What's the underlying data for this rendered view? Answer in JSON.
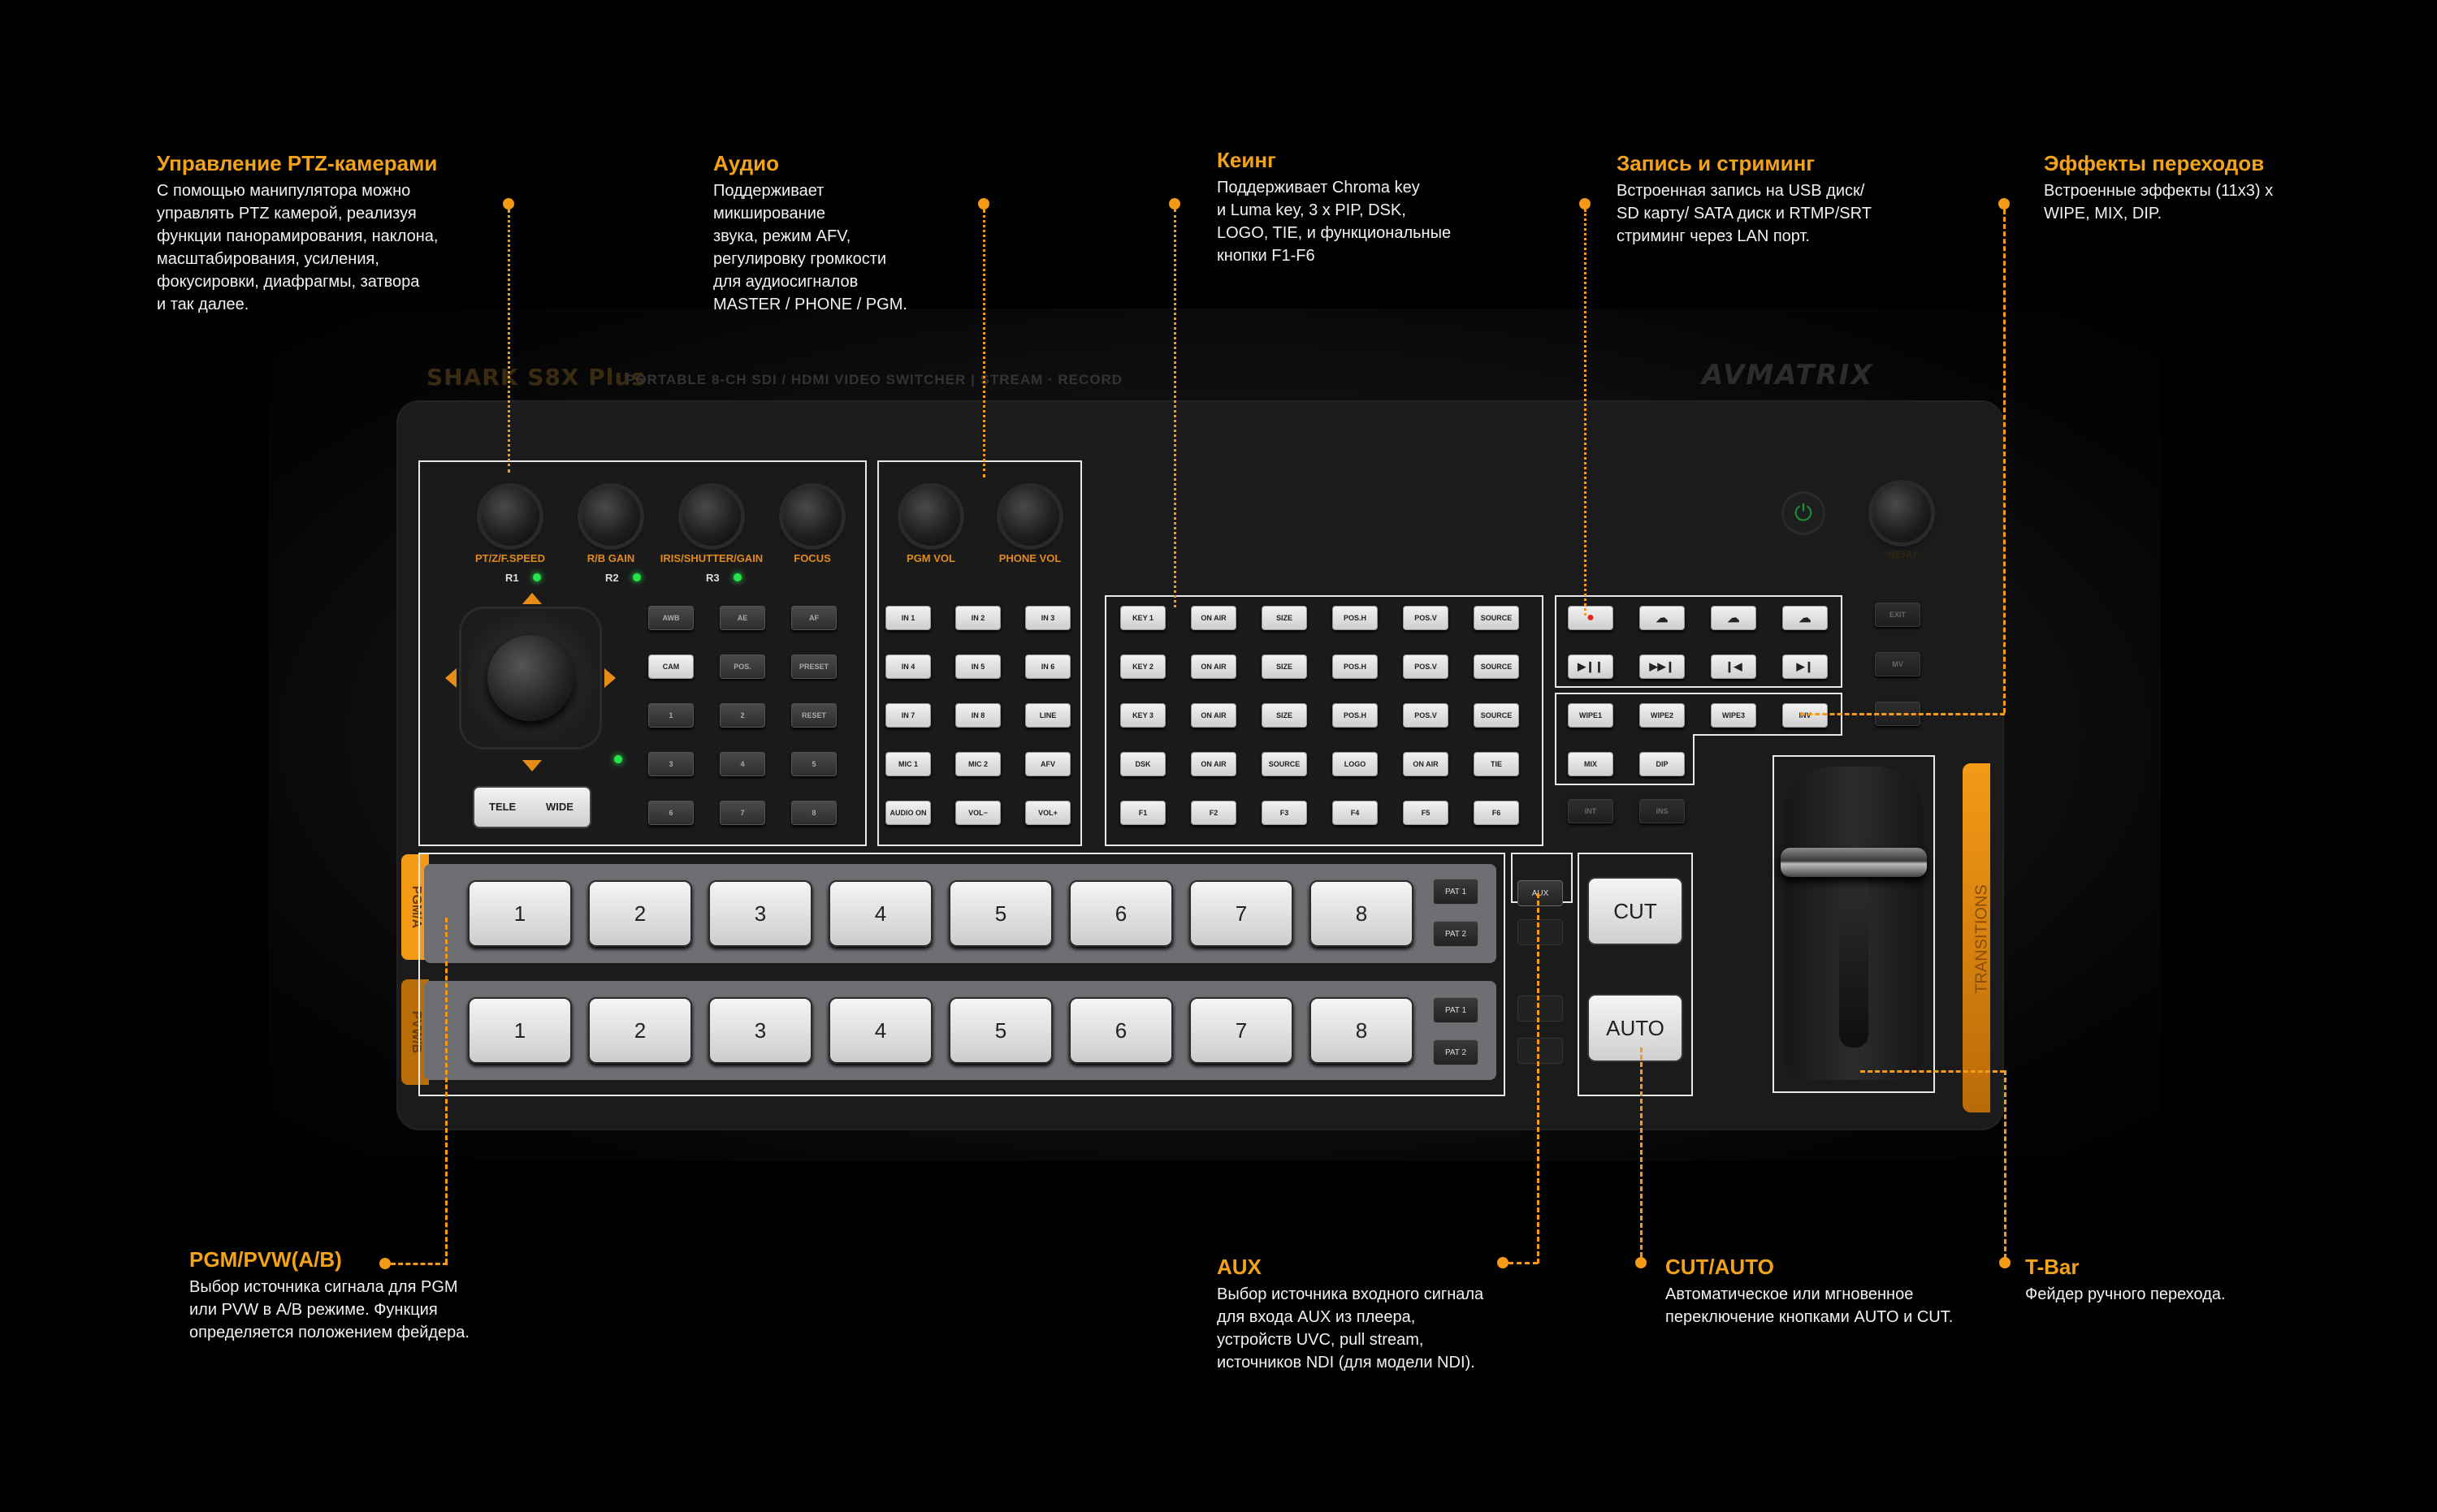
{
  "brand": {
    "model": "SHARK S8X Plus",
    "subtitle": "PORTABLE 8-CH SDI / HDMI VIDEO SWITCHER | STREAM · RECORD",
    "maker": "AVMATRIX"
  },
  "annotations": {
    "ptz": {
      "title": "Управление PTZ-камерами",
      "text": "С помощью  манипулятора можно\nуправлять PTZ камерой, реализуя\nфункции панорамирования, наклона,\nмасштабирования, усиления,\nфокусировки, диафрагмы,  затвора\nи так далее."
    },
    "audio": {
      "title": "Аудио",
      "text": "Поддерживает\nмикширование\nзвука, режим AFV,\nрегулировку громкости\nдля аудиосигналов\nMASTER / PHONE / PGM."
    },
    "keying": {
      "title": "Кеинг",
      "text": "Поддерживает Chroma key\nи Luma key, 3 x PIP, DSK,\nLOGO, TIE, и функциональные\nкнопки F1-F6"
    },
    "record": {
      "title": "Запись и стриминг",
      "text": "Встроенная запись на USB диск/\nSD карту/ SATA диск и RTMP/SRT\nстриминг через LAN порт."
    },
    "effects": {
      "title": "Эффекты переходов",
      "text": "Встроенные эффекты (11х3) х\nWIPE, MIX, DIP."
    },
    "pgm": {
      "title": "PGM/PVW(A/B)",
      "text": "Выбор источника сигнала для PGM\nили PVW в A/B режиме. Функция\nопределяется положением фейдера."
    },
    "aux": {
      "title": "AUX",
      "text": "Выбор источника входного сигнала\nдля входа AUX из плеера,\nустройств UVC, pull stream,\nисточников NDI (для модели NDI)."
    },
    "cutauto": {
      "title": "CUT/AUTO",
      "text": "Автоматическое или мгновенное\nпереключение кнопками AUTO и CUT."
    },
    "tbar": {
      "title": "T-Bar",
      "text": "Фейдер ручного перехода."
    }
  },
  "ptz_panel": {
    "knobs": [
      "PT/Z/F.SPEED",
      "R/B GAIN",
      "IRIS/SHUTTER/GAIN",
      "FOCUS"
    ],
    "rows": [
      "R1",
      "R2",
      "R3"
    ],
    "buttons": [
      [
        "AWB",
        "AE",
        "AF"
      ],
      [
        "CAM",
        "POS.",
        "PRESET"
      ],
      [
        "1",
        "2",
        "RESET"
      ],
      [
        "3",
        "4",
        "5"
      ],
      [
        "6",
        "7",
        "8"
      ]
    ],
    "tele": "TELE",
    "wide": "WIDE"
  },
  "audio_panel": {
    "knobs": [
      "PGM VOL",
      "PHONE VOL"
    ],
    "buttons": [
      [
        "IN 1",
        "IN 2",
        "IN 3"
      ],
      [
        "IN 4",
        "IN 5",
        "IN 6"
      ],
      [
        "IN 7",
        "IN 8",
        "LINE"
      ],
      [
        "MIC 1",
        "MIC 2",
        "AFV"
      ],
      [
        "AUDIO ON",
        "VOL−",
        "VOL+"
      ]
    ]
  },
  "key_panel": {
    "buttons": [
      [
        "KEY 1",
        "ON AIR",
        "SIZE",
        "POS.H",
        "POS.V",
        "SOURCE"
      ],
      [
        "KEY 2",
        "ON AIR",
        "SIZE",
        "POS.H",
        "POS.V",
        "SOURCE"
      ],
      [
        "KEY 3",
        "ON AIR",
        "SIZE",
        "POS.H",
        "POS.V",
        "SOURCE"
      ],
      [
        "DSK",
        "ON AIR",
        "SOURCE",
        "LOGO",
        "ON AIR",
        "TIE"
      ],
      [
        "F1",
        "F2",
        "F3",
        "F4",
        "F5",
        "F6"
      ]
    ]
  },
  "record_panel": {
    "icons": [
      "record-icon",
      "cloud-upload-icon-1",
      "cloud-upload-icon-2",
      "cloud-upload-icon-3",
      "play-pause-icon",
      "fast-forward-icon",
      "skip-back-icon",
      "skip-forward-icon"
    ]
  },
  "effects_panel": {
    "row1": [
      "WIPE1",
      "WIPE2",
      "WIPE3",
      "INV"
    ],
    "row2": [
      "MIX",
      "DIP"
    ]
  },
  "side_buttons": [
    "EXIT",
    "MV",
    "",
    "INT",
    "INS"
  ],
  "menu_label": "MENU",
  "bus": {
    "pgm_label": "PGM/A",
    "pvw_label": "PVW/B",
    "numbers": [
      "1",
      "2",
      "3",
      "4",
      "5",
      "6",
      "7",
      "8"
    ],
    "pat": [
      "PAT 1",
      "PAT 2"
    ]
  },
  "aux_label": "AUX",
  "cut_label": "CUT",
  "auto_label": "AUTO",
  "transitions_label": "TRANSITIONS",
  "colors": {
    "accent": "#f59a17",
    "led": "#27e34a"
  }
}
